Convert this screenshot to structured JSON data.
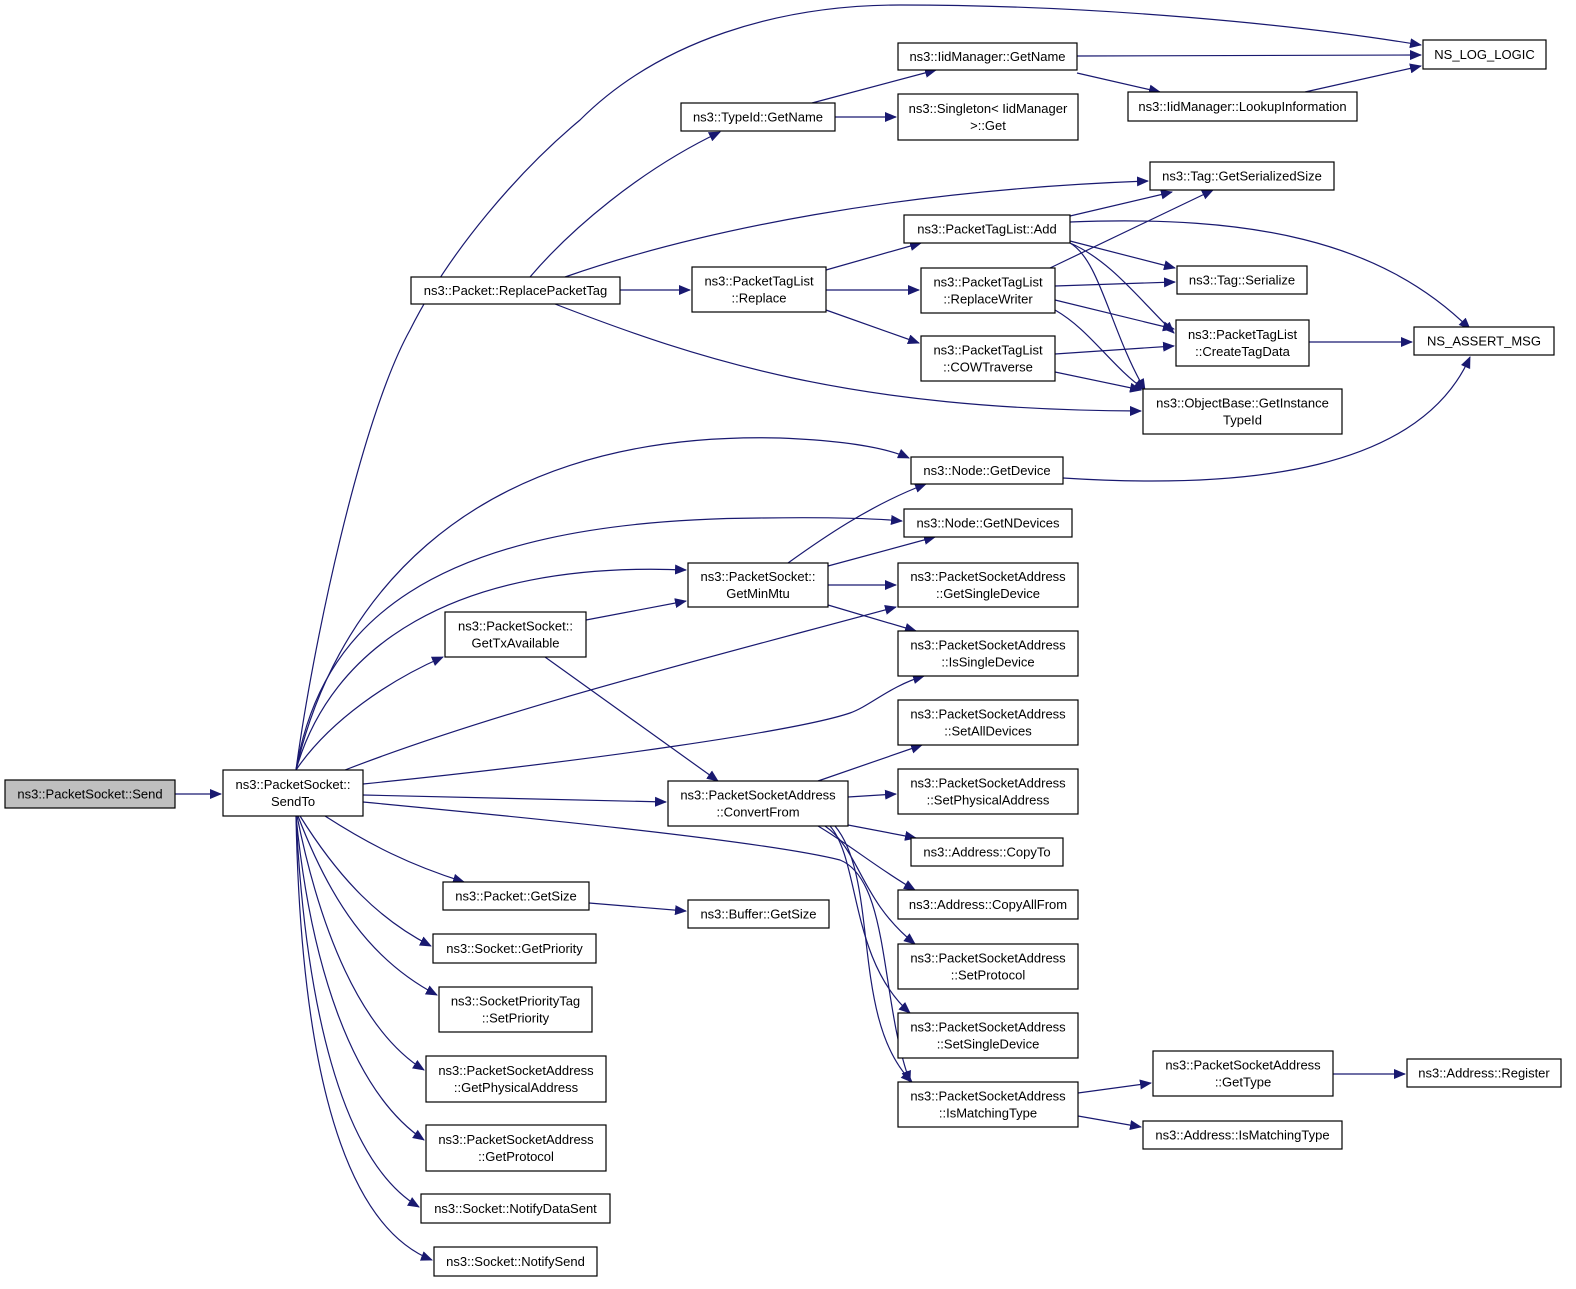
{
  "colors": {
    "edge": "#191970",
    "node_fill": "#ffffff",
    "root_fill": "#bfbfbf",
    "border": "#000000"
  },
  "nodes": {
    "send": [
      "ns3::PacketSocket::Send"
    ],
    "sendto": [
      "ns3::PacketSocket::",
      "SendTo"
    ],
    "ns_log_logic": [
      "NS_LOG_LOGIC"
    ],
    "iid_getname": [
      "ns3::IidManager::GetName"
    ],
    "iid_lookup": [
      "ns3::IidManager::LookupInformation"
    ],
    "typeid_getname": [
      "ns3::TypeId::GetName"
    ],
    "singleton_get": [
      "ns3::Singleton< IidManager",
      ">::Get"
    ],
    "tag_getserializedsize": [
      "ns3::Tag::GetSerializedSize"
    ],
    "ptl_add": [
      "ns3::PacketTagList::Add"
    ],
    "replacepackettag": [
      "ns3::Packet::ReplacePacketTag"
    ],
    "ptl_replace": [
      "ns3::PacketTagList",
      "::Replace"
    ],
    "ptl_replacewriter": [
      "ns3::PacketTagList",
      "::ReplaceWriter"
    ],
    "tag_serialize": [
      "ns3::Tag::Serialize"
    ],
    "ptl_createtagdata": [
      "ns3::PacketTagList",
      "::CreateTagData"
    ],
    "ns_assert_msg": [
      "NS_ASSERT_MSG"
    ],
    "ptl_cowtraverse": [
      "ns3::PacketTagList",
      "::COWTraverse"
    ],
    "getinstancetypeid": [
      "ns3::ObjectBase::GetInstance",
      "TypeId"
    ],
    "node_getdevice": [
      "ns3::Node::GetDevice"
    ],
    "node_getndevices": [
      "ns3::Node::GetNDevices"
    ],
    "ps_getminmtu": [
      "ns3::PacketSocket::",
      "GetMinMtu"
    ],
    "psa_getsingledevice": [
      "ns3::PacketSocketAddress",
      "::GetSingleDevice"
    ],
    "ps_gettxavailable": [
      "ns3::PacketSocket::",
      "GetTxAvailable"
    ],
    "psa_issingledevice": [
      "ns3::PacketSocketAddress",
      "::IsSingleDevice"
    ],
    "psa_setalldevices": [
      "ns3::PacketSocketAddress",
      "::SetAllDevices"
    ],
    "psa_convertfrom": [
      "ns3::PacketSocketAddress",
      "::ConvertFrom"
    ],
    "psa_setphysicaladdress": [
      "ns3::PacketSocketAddress",
      "::SetPhysicalAddress"
    ],
    "addr_copyto": [
      "ns3::Address::CopyTo"
    ],
    "packet_getsize": [
      "ns3::Packet::GetSize"
    ],
    "buffer_getsize": [
      "ns3::Buffer::GetSize"
    ],
    "addr_copyallfrom": [
      "ns3::Address::CopyAllFrom"
    ],
    "socket_getpriority": [
      "ns3::Socket::GetPriority"
    ],
    "psa_setprotocol": [
      "ns3::PacketSocketAddress",
      "::SetProtocol"
    ],
    "sockprio_setpriority": [
      "ns3::SocketPriorityTag",
      "::SetPriority"
    ],
    "psa_setsingledevice": [
      "ns3::PacketSocketAddress",
      "::SetSingleDevice"
    ],
    "psa_getphysicaladdress": [
      "ns3::PacketSocketAddress",
      "::GetPhysicalAddress"
    ],
    "psa_gettype": [
      "ns3::PacketSocketAddress",
      "::GetType"
    ],
    "addr_register": [
      "ns3::Address::Register"
    ],
    "psa_ismatchingtype": [
      "ns3::PacketSocketAddress",
      "::IsMatchingType"
    ],
    "addr_ismatchingtype": [
      "ns3::Address::IsMatchingType"
    ],
    "psa_getprotocol": [
      "ns3::PacketSocketAddress",
      "::GetProtocol"
    ],
    "socket_notifydatasent": [
      "ns3::Socket::NotifyDataSent"
    ],
    "socket_notifysend": [
      "ns3::Socket::NotifySend"
    ]
  }
}
